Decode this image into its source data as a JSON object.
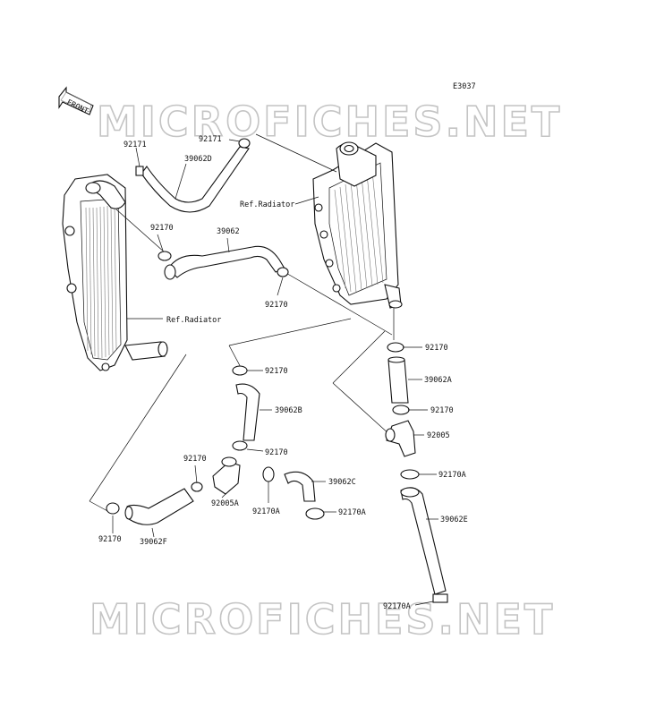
{
  "diagram_id": "E3037",
  "front_label": "FRONT",
  "watermark_top": "MICROFICHES.NET",
  "watermark_bottom": "MICROFICHES.NET",
  "labels": {
    "clamp_92171_left": "92171",
    "hose_39062D": "39062D",
    "clamp_92171_top": "92171",
    "ref_radiator_right": "Ref.Radiator",
    "clamp_92170_upper_left": "92170",
    "hose_39062": "39062",
    "clamp_92170_mid": "92170",
    "ref_radiator_left": "Ref.Radiator",
    "clamp_92170_right_1": "92170",
    "hose_39062A": "39062A",
    "clamp_92170_right_2": "92170",
    "fitting_92005": "92005",
    "clamp_92170_center_1": "92170",
    "hose_39062B": "39062B",
    "clamp_92170_center_2": "92170",
    "clamp_92170_left_fitting": "92170",
    "fitting_92005A": "92005A",
    "clamp_92170A_lower": "92170A",
    "hose_39062C": "39062C",
    "clamp_92170A_bottom": "92170A",
    "clamp_92170A_right": "92170A",
    "hose_39062E": "39062E",
    "clamp_92170_bottom_left": "92170",
    "hose_39062F": "39062F",
    "clamp_92170A_end": "92170A"
  }
}
